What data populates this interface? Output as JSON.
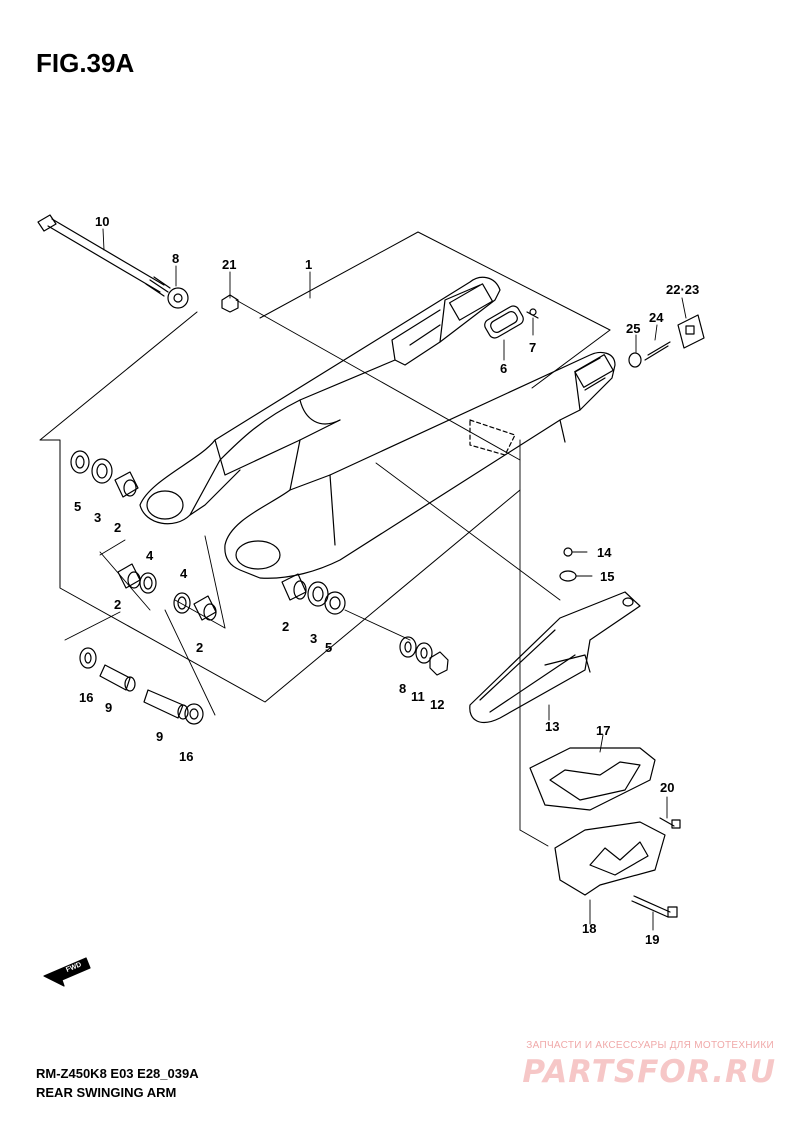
{
  "figure": {
    "title": "FIG.39A",
    "code": "RM-Z450K8 E03 E28_039A",
    "name": "REAR SWINGING ARM",
    "fwd_label": "FWD"
  },
  "callouts": [
    {
      "id": "c10",
      "label": "10"
    },
    {
      "id": "c8a",
      "label": "8"
    },
    {
      "id": "c21",
      "label": "21"
    },
    {
      "id": "c1",
      "label": "1"
    },
    {
      "id": "c2223",
      "label": "22·23"
    },
    {
      "id": "c7",
      "label": "7"
    },
    {
      "id": "c6",
      "label": "6"
    },
    {
      "id": "c24",
      "label": "24"
    },
    {
      "id": "c25",
      "label": "25"
    },
    {
      "id": "c5a",
      "label": "5"
    },
    {
      "id": "c3a",
      "label": "3"
    },
    {
      "id": "c2a",
      "label": "2"
    },
    {
      "id": "c4a",
      "label": "4"
    },
    {
      "id": "c2b",
      "label": "2"
    },
    {
      "id": "c4b",
      "label": "4"
    },
    {
      "id": "c2c",
      "label": "2"
    },
    {
      "id": "c2d",
      "label": "2"
    },
    {
      "id": "c3b",
      "label": "3"
    },
    {
      "id": "c5b",
      "label": "5"
    },
    {
      "id": "c14",
      "label": "14"
    },
    {
      "id": "c15",
      "label": "15"
    },
    {
      "id": "c16a",
      "label": "16"
    },
    {
      "id": "c9a",
      "label": "9"
    },
    {
      "id": "c9b",
      "label": "9"
    },
    {
      "id": "c16b",
      "label": "16"
    },
    {
      "id": "c8b",
      "label": "8"
    },
    {
      "id": "c11",
      "label": "11"
    },
    {
      "id": "c12",
      "label": "12"
    },
    {
      "id": "c13",
      "label": "13"
    },
    {
      "id": "c17",
      "label": "17"
    },
    {
      "id": "c20",
      "label": "20"
    },
    {
      "id": "c18",
      "label": "18"
    },
    {
      "id": "c19",
      "label": "19"
    }
  ],
  "watermark": {
    "tagline": "ЗАПЧАСТИ И АКСЕССУАРЫ ДЛЯ МОТОТЕХНИКИ",
    "logo": "PARTSFOR.RU"
  }
}
